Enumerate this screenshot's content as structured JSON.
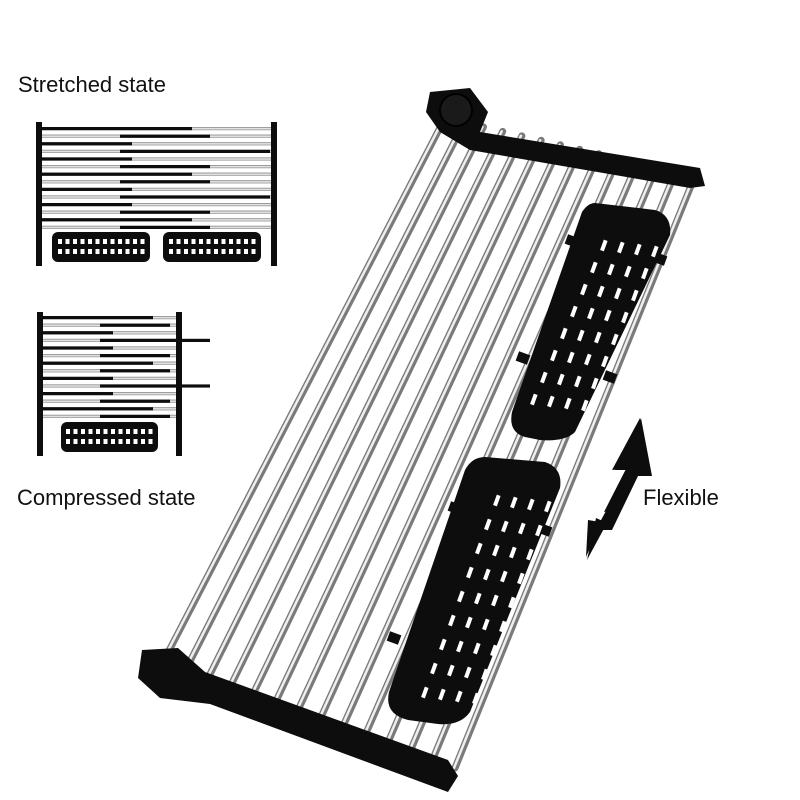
{
  "labels": {
    "stretched": "Stretched state",
    "compressed": "Compressed state",
    "flexible": "Flexible"
  },
  "colors": {
    "frame": "#0d0d0d",
    "rod": "#b9b9b9",
    "rod_highlight": "#f2f2f2",
    "rod_shadow": "#6e6e6e",
    "slot": "#ffffff"
  },
  "icons": [
    "double-arrow-icon"
  ]
}
